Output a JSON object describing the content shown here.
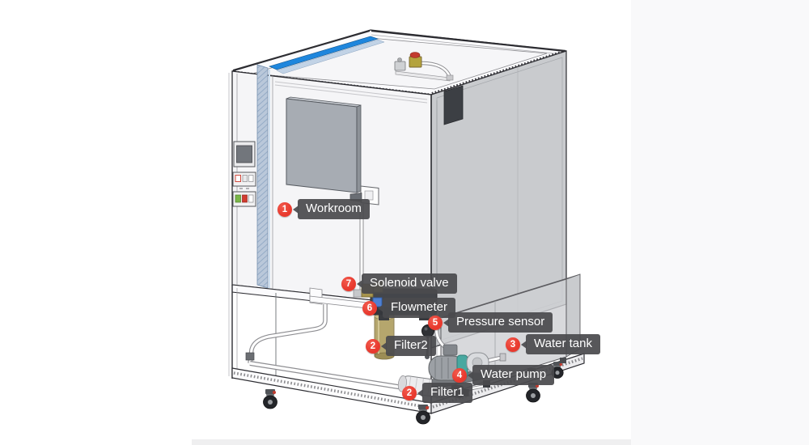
{
  "page": {
    "background": "#ffffff",
    "right_panel_color": "#f9f9fa",
    "divider_color": "#efeff0"
  },
  "diagram": {
    "colors": {
      "badge": "#e8392e",
      "label_bg": "rgba(74,74,77,0.93)",
      "label_text": "#ffffff",
      "trim_blue": "#1e86dd",
      "filter_brass": "#b5a66d",
      "pump_teal": "#48a8a0"
    },
    "labels": [
      {
        "num": "1",
        "text": "Workroom"
      },
      {
        "num": "7",
        "text": "Solenoid valve"
      },
      {
        "num": "6",
        "text": "Flowmeter"
      },
      {
        "num": "5",
        "text": "Pressure sensor"
      },
      {
        "num": "2",
        "text": "Filter2"
      },
      {
        "num": "3",
        "text": "Water tank"
      },
      {
        "num": "4",
        "text": "Water pump"
      },
      {
        "num": "2",
        "text": "Filter1"
      }
    ]
  }
}
